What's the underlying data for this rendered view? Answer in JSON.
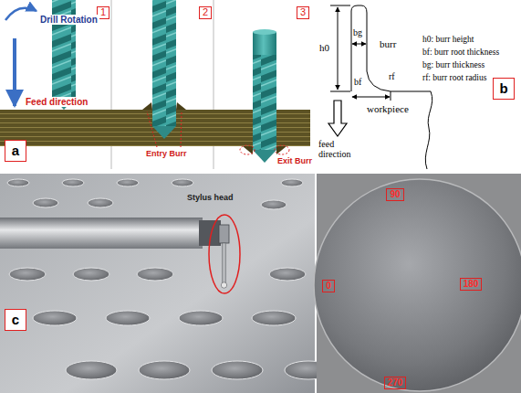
{
  "diagram": {
    "nodes": [
      {
        "text": [
          "1"
        ]
      },
      {
        "text": [
          "2"
        ]
      },
      {
        "text": [
          "3"
        ]
      },
      {
        "text": [
          "a"
        ]
      },
      {
        "text": [
          "b"
        ]
      },
      {
        "text": [
          "c"
        ]
      },
      {
        "text": [
          "90"
        ]
      },
      {
        "text": [
          "0"
        ]
      },
      {
        "text": [
          "180"
        ]
      },
      {
        "text": [
          "270"
        ]
      }
    ],
    "labels": [
      "Drill Rotation",
      "Feed direction",
      "Entry Burr",
      "Exit Burr",
      "h0",
      "bg",
      "burr",
      "rf",
      "bf",
      "workpiece",
      "feed direction",
      "h0: burr height",
      "bf: burr root thickness",
      "bg: burr thickness",
      "rf: burr root radius",
      "Stylus head"
    ]
  }
}
